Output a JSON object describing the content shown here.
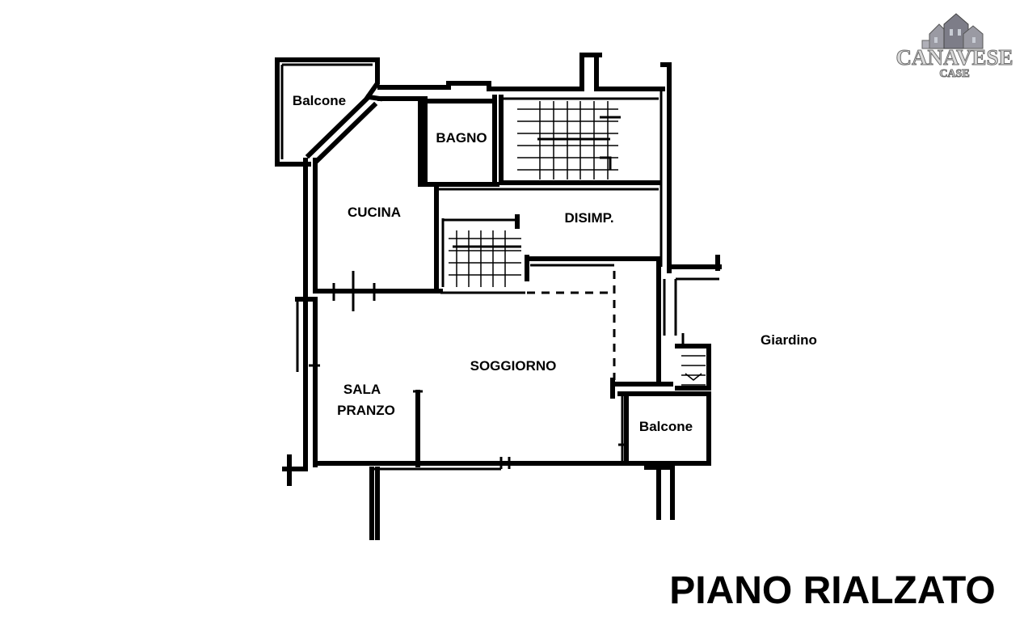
{
  "logo": {
    "name": "CANAVESE",
    "tagline": "CASE"
  },
  "floor_plan": {
    "title": "PIANO RIALZATO",
    "rooms": [
      {
        "id": "balcone-nw",
        "label": "Balcone"
      },
      {
        "id": "bagno",
        "label": "BAGNO"
      },
      {
        "id": "cucina",
        "label": "CUCINA"
      },
      {
        "id": "disimpegno",
        "label": "DISIMP."
      },
      {
        "id": "soggiorno",
        "label": "SOGGIORNO"
      },
      {
        "id": "sala-pranzo",
        "label": "SALA\nPRANZO",
        "line1": "SALA",
        "line2": "PRANZO"
      },
      {
        "id": "balcone-se",
        "label": "Balcone"
      }
    ],
    "outside": {
      "label": "Giardino"
    }
  }
}
